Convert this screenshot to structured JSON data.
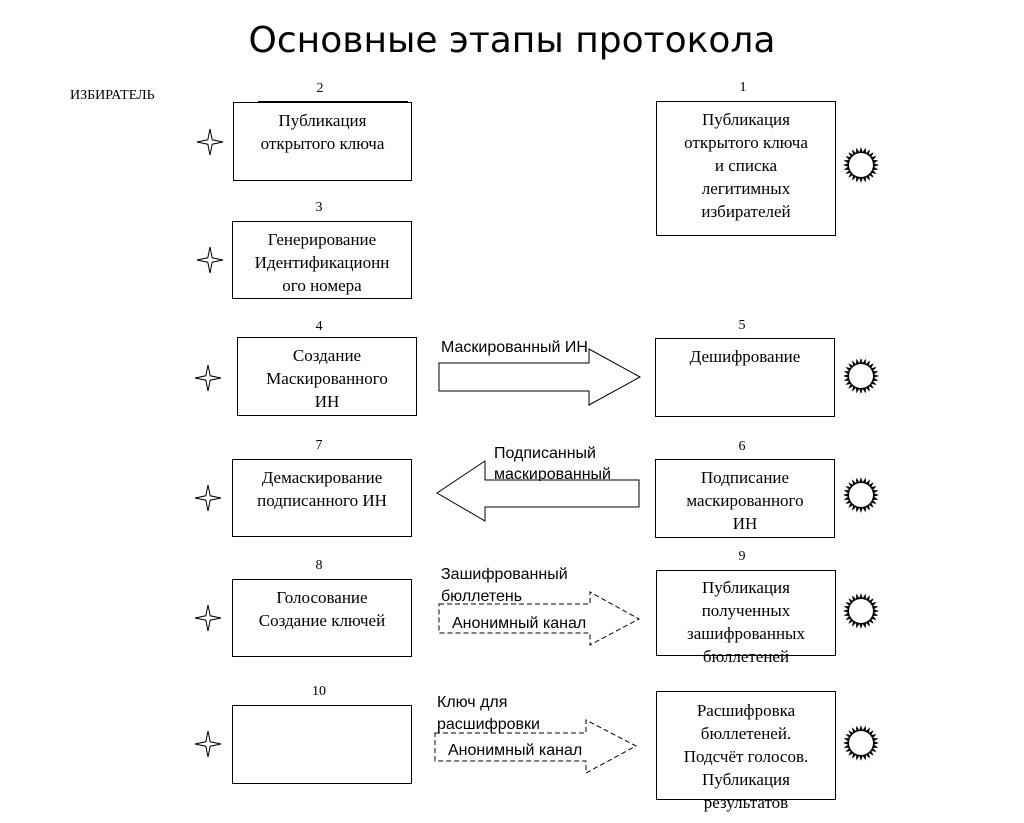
{
  "title": "Основные этапы протокола",
  "voter_label": "ИЗБИРАТЕЛЬ",
  "icons": {
    "voter_side": "four-point-star-icon",
    "server_side": "sunburst-icon"
  },
  "steps": {
    "s1": {
      "num": "1",
      "lines": [
        "Публикация",
        "открытого ключа",
        "и списка",
        "легитимных",
        "избирателей"
      ]
    },
    "s2": {
      "num": "2",
      "lines": [
        "Публикация",
        "открытого ключа"
      ]
    },
    "s3": {
      "num": "3",
      "lines": [
        "Генерирование",
        "Идентификационн",
        "ого номера"
      ]
    },
    "s4": {
      "num": "4",
      "lines": [
        "Создание",
        "Маскированного",
        "ИН"
      ]
    },
    "s5": {
      "num": "5",
      "lines": [
        "Дешифрование"
      ]
    },
    "s6": {
      "num": "6",
      "lines": [
        "Подписание",
        "маскированного",
        "ИН"
      ]
    },
    "s7": {
      "num": "7",
      "lines": [
        "Демаскирование",
        "подписанного ИН"
      ]
    },
    "s8": {
      "num": "8",
      "lines": [
        "Голосование",
        "Создание ключей"
      ]
    },
    "s9": {
      "num": "9",
      "lines": [
        "Публикация",
        "полученных",
        "зашифрованных",
        "бюллетеней"
      ]
    },
    "s10": {
      "num": "10",
      "lines": []
    },
    "s11": {
      "num": "",
      "lines": [
        "Расшифровка",
        "бюллетеней.",
        "Подсчёт голосов.",
        "Публикация",
        "результатов"
      ]
    }
  },
  "arrows": {
    "a4": {
      "label": "Маскированный ИН"
    },
    "a6": {
      "label1": "Подписанный",
      "label2": "маскированный"
    },
    "a8": {
      "label1": "Зашифрованный",
      "label2": "бюллетень",
      "channel": "Анонимный канал"
    },
    "a10": {
      "label1": "Ключ для",
      "label2": "расшифровки",
      "channel": "Анонимный канал"
    }
  }
}
